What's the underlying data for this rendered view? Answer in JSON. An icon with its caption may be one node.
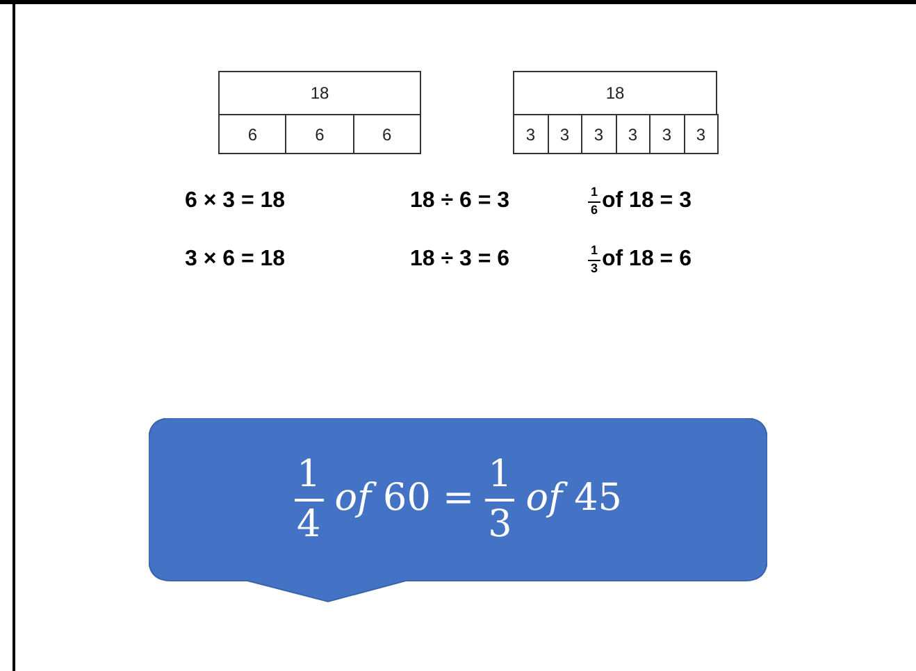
{
  "diagram": {
    "nodes": [
      {
        "text": [
          "18"
        ]
      },
      {
        "text": [
          "6"
        ]
      },
      {
        "text": [
          "6"
        ]
      },
      {
        "text": [
          "6"
        ]
      },
      {
        "text": [
          "18"
        ]
      },
      {
        "text": [
          "3"
        ]
      },
      {
        "text": [
          "3"
        ]
      },
      {
        "text": [
          "3"
        ]
      },
      {
        "text": [
          "3"
        ]
      },
      {
        "text": [
          "3"
        ]
      },
      {
        "text": [
          "3"
        ]
      },
      {
        "text": [
          "1",
          "4",
          "*of* 60 =",
          "1",
          "3",
          "*of* 45"
        ]
      }
    ],
    "labels": [
      "6 × 3 = 18",
      "18 ÷ 6 = 3",
      "1",
      "6",
      "of 18 = 3",
      "3 × 6 = 18",
      "18 ÷ 3 = 6",
      "1",
      "3",
      "of 18 = 6"
    ]
  }
}
